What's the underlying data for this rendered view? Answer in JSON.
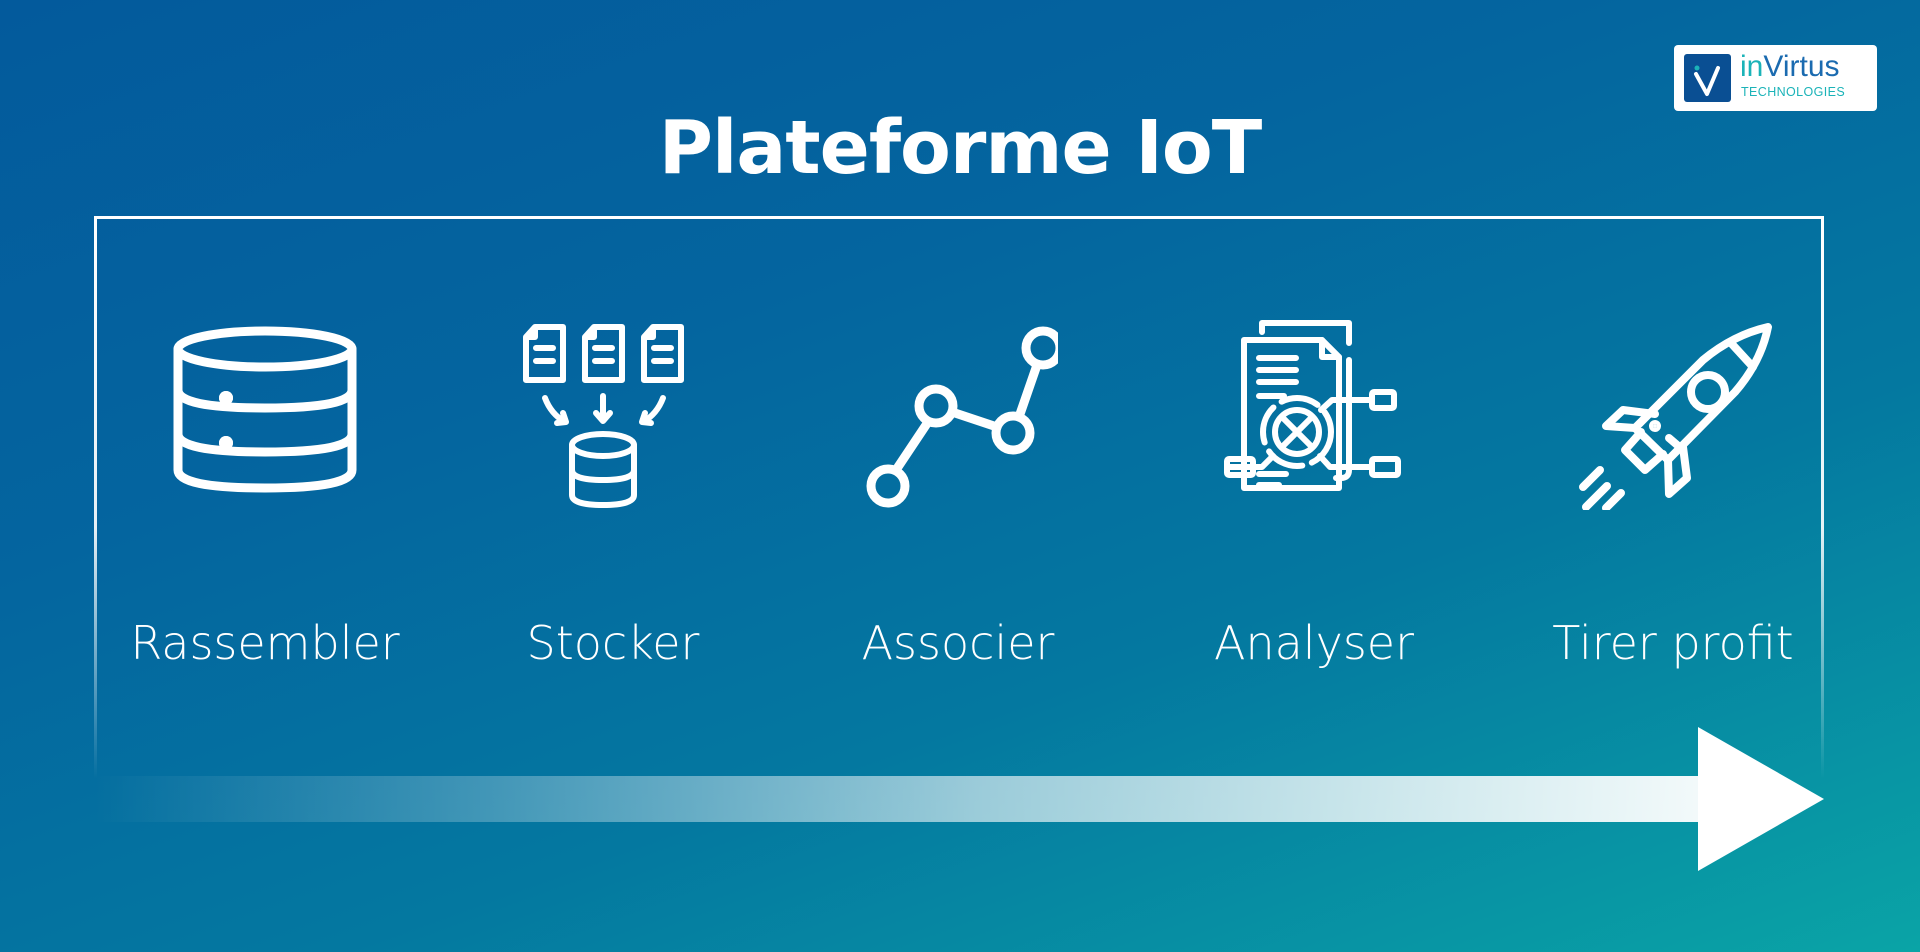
{
  "title": "Plateforme IoT",
  "logo": {
    "mark": "V",
    "name_prefix": "in",
    "name_rest": "Virtus",
    "subtitle": "TECHNOLOGIES"
  },
  "steps": [
    {
      "label": "Rassembler",
      "icon": "database-icon"
    },
    {
      "label": "Stocker",
      "icon": "documents-to-database-icon"
    },
    {
      "label": "Associer",
      "icon": "connected-nodes-icon"
    },
    {
      "label": "Analyser",
      "icon": "document-analysis-icon"
    },
    {
      "label": "Tirer profit",
      "icon": "rocket-icon"
    }
  ],
  "colors": {
    "background_start": "#035a9c",
    "background_end": "#0aa4a6",
    "foreground": "#ffffff",
    "logo_blue": "#0a4f93",
    "logo_teal": "#1bb3b8"
  }
}
